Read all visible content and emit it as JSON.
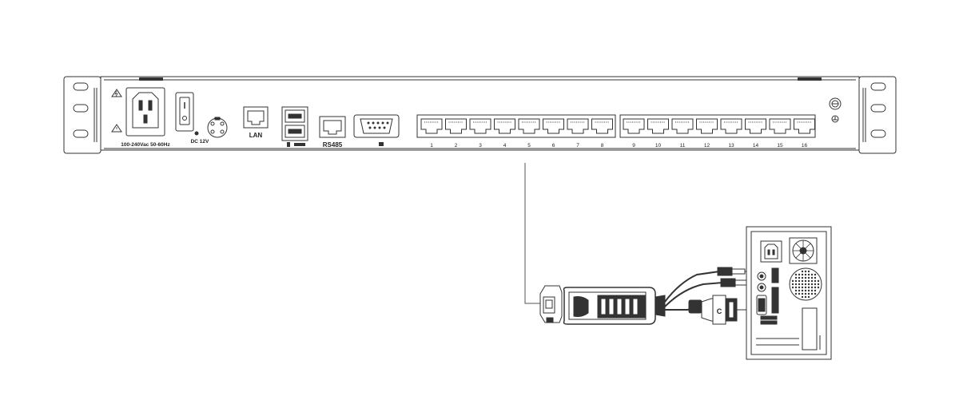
{
  "kvm_panel": {
    "power_label": "100-240Vac 50-60Hz",
    "dc_label": "DC 12V",
    "lan_label": "LAN",
    "rs485_label": "RS485",
    "port_count": 16,
    "port_numbers": [
      "1",
      "2",
      "3",
      "4",
      "5",
      "6",
      "7",
      "8",
      "9",
      "10",
      "11",
      "12",
      "13",
      "14",
      "15",
      "16"
    ]
  },
  "adapter": {
    "vga_label": "C"
  },
  "icons": {
    "rack_ear_left": "rack-ear-icon",
    "rack_ear_right": "rack-ear-icon",
    "warning": "warning-triangle-icon",
    "ground": "ground-icon",
    "usb": "usb-icon",
    "monitor": "monitor-icon",
    "fan": "fan-icon"
  }
}
